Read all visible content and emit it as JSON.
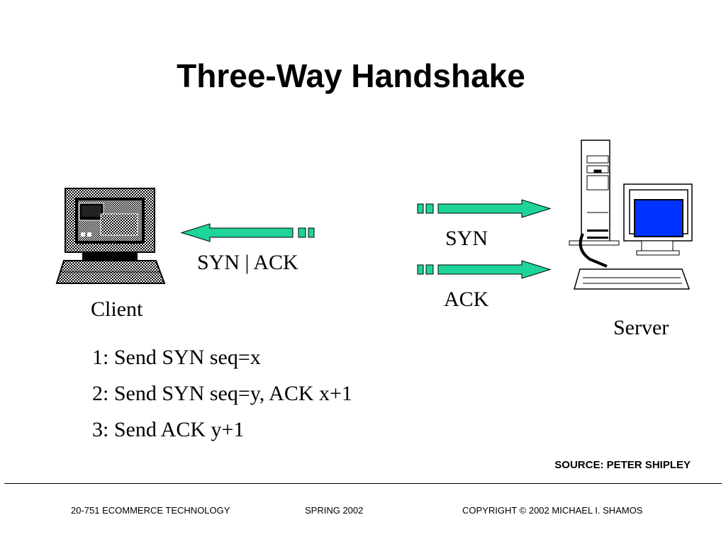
{
  "title": "Three-Way Handshake",
  "client_label": "Client",
  "server_label": "Server",
  "arrows": {
    "syn": "SYN",
    "syn_ack": "SYN | ACK",
    "ack": "ACK"
  },
  "steps": [
    "1: Send SYN seq=x",
    "2: Send SYN seq=y, ACK x+1",
    "3: Send ACK y+1"
  ],
  "source": "SOURCE: PETER SHIPLEY",
  "footer": {
    "course": "20-751 ECOMMERCE TECHNOLOGY",
    "term": "SPRING 2002",
    "copyright": "COPYRIGHT © 2002 MICHAEL I. SHAMOS"
  },
  "colors": {
    "arrow_fill": "#1ed49a",
    "server_screen": "#0033ff"
  }
}
